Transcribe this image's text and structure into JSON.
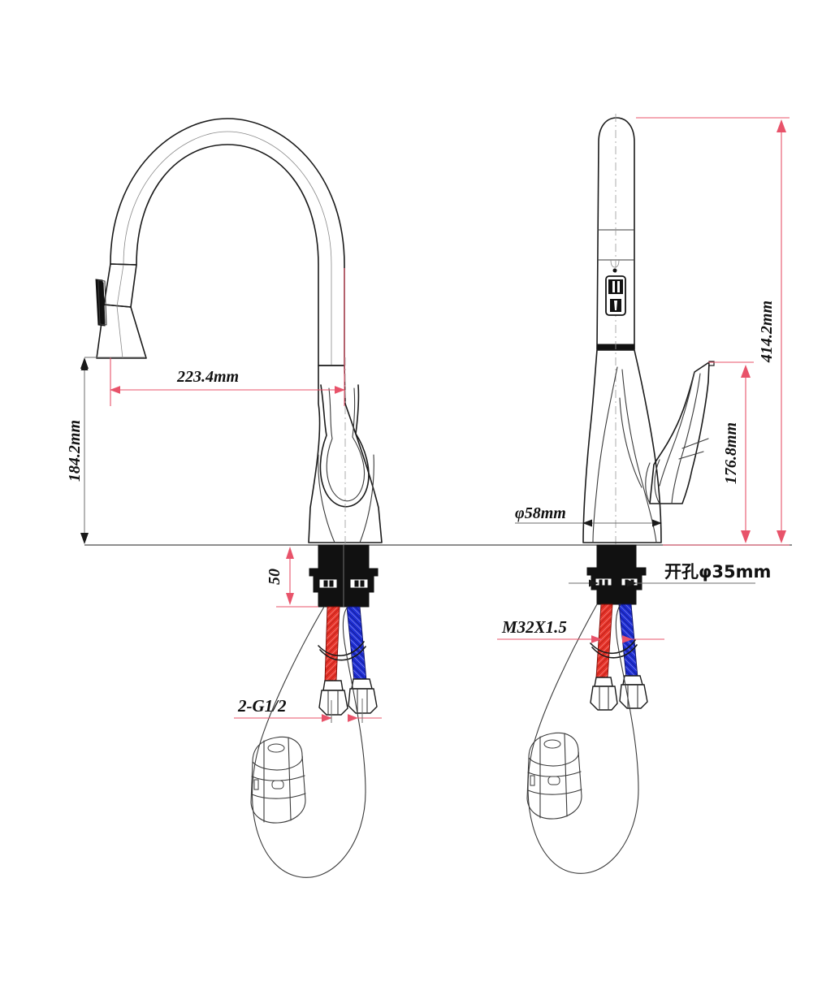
{
  "document": {
    "type": "engineering-drawing",
    "subject": "Pull-down kitchen faucet dimensional drawing",
    "views": [
      "front-view-left",
      "side-view-right"
    ],
    "background_color": "#ffffff",
    "line_color": "#1a1a1a",
    "dimension_color": "#e8536a",
    "hose_hot_color": "#e8342a",
    "hose_cold_color": "#1f2fd6"
  },
  "dimensions": {
    "reach": {
      "label": "223.4mm",
      "orientation": "horizontal",
      "view": "front-view-left"
    },
    "spout_height": {
      "label": "184.2mm",
      "orientation": "vertical",
      "view": "front-view-left"
    },
    "overall_height": {
      "label": "414.2mm",
      "orientation": "vertical",
      "view": "side-view-right"
    },
    "handle_height": {
      "label": "176.8mm",
      "orientation": "vertical",
      "view": "side-view-right"
    },
    "base_diameter": {
      "label": "φ58mm",
      "orientation": "horizontal",
      "view": "side-view-right"
    },
    "deck_thickness": {
      "label": "50",
      "orientation": "vertical",
      "view": "front-view-left"
    },
    "hole_diameter": {
      "label": "开孔φ35mm",
      "orientation": "horizontal",
      "view": "side-view-right"
    },
    "mounting_thread": {
      "label": "M32X1.5",
      "orientation": "horizontal",
      "view": "side-view-right"
    },
    "supply_thread": {
      "label": "2-G1/2",
      "orientation": "horizontal",
      "view": "front-view-left"
    }
  },
  "parts": {
    "spout": "gooseneck-spout",
    "spray_head": "pull-down-spray-head",
    "handle": "single-lever-handle",
    "mounting_nut": "deck-mount-nut-assembly",
    "hot_hose": "hot-water-supply-hose",
    "cold_hose": "cold-water-supply-hose",
    "counterweight": "pull-down-counterweight",
    "quick_connect": "quick-connect-coupling"
  }
}
